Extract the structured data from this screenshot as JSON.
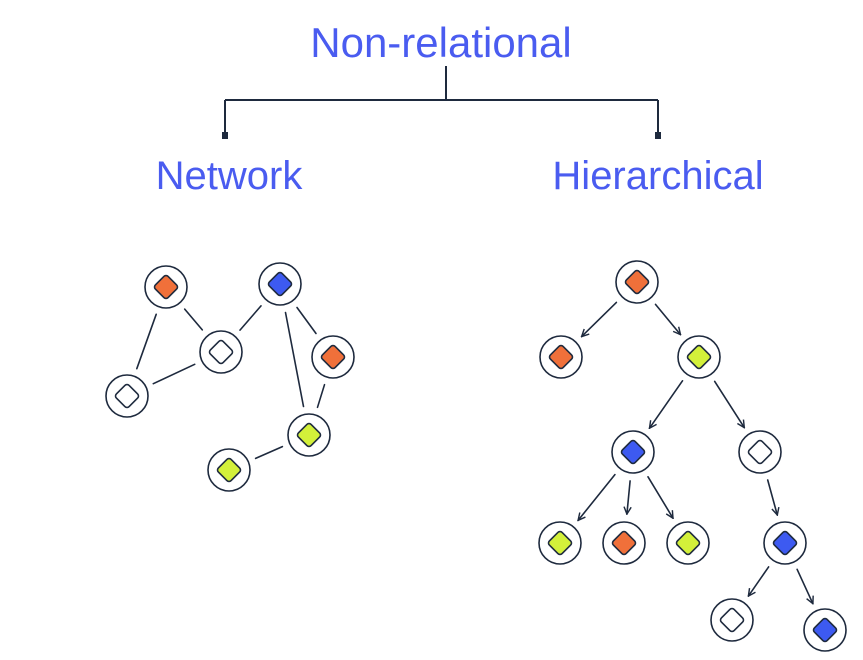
{
  "title": "Non-relational",
  "branches": [
    {
      "label": "Network"
    },
    {
      "label": "Hierarchical"
    }
  ],
  "colors": {
    "orange": "#f0703a",
    "blue": "#3d5af1",
    "lime": "#d3f03a",
    "white": "#ffffff",
    "line": "#1e2a3e",
    "text": "#4a5cf0"
  },
  "network": {
    "nodes": [
      {
        "id": "n1",
        "color": "orange"
      },
      {
        "id": "n2",
        "color": "blue"
      },
      {
        "id": "n3",
        "color": "white"
      },
      {
        "id": "n4",
        "color": "orange"
      },
      {
        "id": "n5",
        "color": "white"
      },
      {
        "id": "n6",
        "color": "lime"
      },
      {
        "id": "n7",
        "color": "lime"
      }
    ],
    "edges": [
      [
        "n1",
        "n3"
      ],
      [
        "n1",
        "n5"
      ],
      [
        "n3",
        "n5"
      ],
      [
        "n2",
        "n3"
      ],
      [
        "n2",
        "n4"
      ],
      [
        "n2",
        "n6"
      ],
      [
        "n4",
        "n6"
      ],
      [
        "n6",
        "n7"
      ]
    ]
  },
  "hierarchy": {
    "nodes": [
      {
        "id": "h1",
        "color": "orange"
      },
      {
        "id": "h2",
        "color": "orange"
      },
      {
        "id": "h3",
        "color": "lime"
      },
      {
        "id": "h4",
        "color": "blue"
      },
      {
        "id": "h5",
        "color": "white"
      },
      {
        "id": "h6",
        "color": "lime"
      },
      {
        "id": "h7",
        "color": "orange"
      },
      {
        "id": "h8",
        "color": "lime"
      },
      {
        "id": "h9",
        "color": "blue"
      },
      {
        "id": "h10",
        "color": "white"
      },
      {
        "id": "h11",
        "color": "blue"
      }
    ],
    "edges": [
      [
        "h1",
        "h2"
      ],
      [
        "h1",
        "h3"
      ],
      [
        "h3",
        "h4"
      ],
      [
        "h3",
        "h5"
      ],
      [
        "h4",
        "h6"
      ],
      [
        "h4",
        "h7"
      ],
      [
        "h4",
        "h8"
      ],
      [
        "h5",
        "h9"
      ],
      [
        "h9",
        "h10"
      ],
      [
        "h9",
        "h11"
      ]
    ]
  }
}
